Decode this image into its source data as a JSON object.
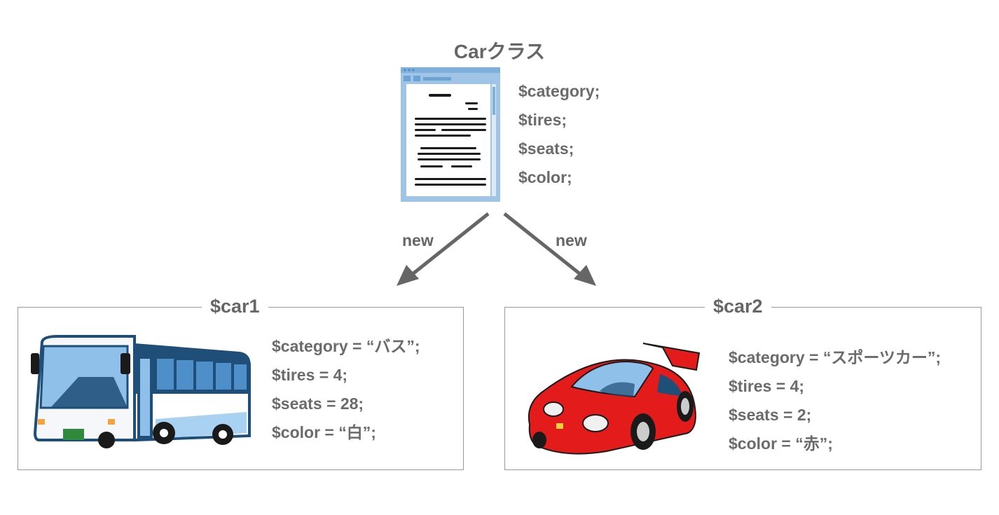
{
  "class": {
    "title": "Carクラス",
    "properties": [
      "$category;",
      "$tires;",
      "$seats;",
      "$color;"
    ]
  },
  "arrows": {
    "left_label": "new",
    "right_label": "new"
  },
  "instances": [
    {
      "name": "$car1",
      "icon": "bus-icon",
      "properties": [
        "$category = “バス”;",
        "$tires = 4;",
        "$seats = 28;",
        "$color = “白”;"
      ]
    },
    {
      "name": "$car2",
      "icon": "sports-car-icon",
      "properties": [
        "$category = “スポーツカー”;",
        "$tires = 4;",
        "$seats = 2;",
        "$color = “赤”;"
      ]
    }
  ],
  "colors": {
    "text": "#666666",
    "arrow": "#666666",
    "border": "#9a9a9a",
    "car_red": "#e31b1b",
    "bus_navy": "#1f4e78"
  }
}
